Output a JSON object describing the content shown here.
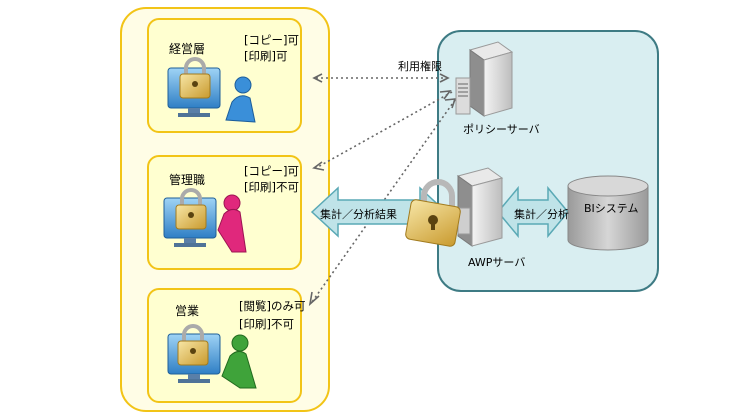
{
  "roles": [
    {
      "name": "経営層",
      "perms": [
        "[コピー]可",
        "[印刷]可"
      ],
      "person_color": "#3a8fd9"
    },
    {
      "name": "管理職",
      "perms": [
        "[コピー]可",
        "[印刷]不可"
      ],
      "person_color": "#e0287c"
    },
    {
      "name": "営業",
      "perms": [
        "[閲覧]のみ可",
        "[印刷]不可"
      ],
      "person_color": "#3fa33a"
    }
  ],
  "servers": {
    "policy": "ポリシーサーバ",
    "awp": "AWPサーバ"
  },
  "bi_system": "BIシステム",
  "arrows": {
    "usage_rights": "利用権限",
    "aggregate_result": "集計／分析結果",
    "aggregate": "集計／分析"
  },
  "colors": {
    "panel_border": "#f2c417",
    "server_panel_bg": "#d9eef1",
    "server_panel_border": "#3e7b84",
    "arrow_fill": "#bfe3e8",
    "arrow_stroke": "#5aa9b5"
  }
}
